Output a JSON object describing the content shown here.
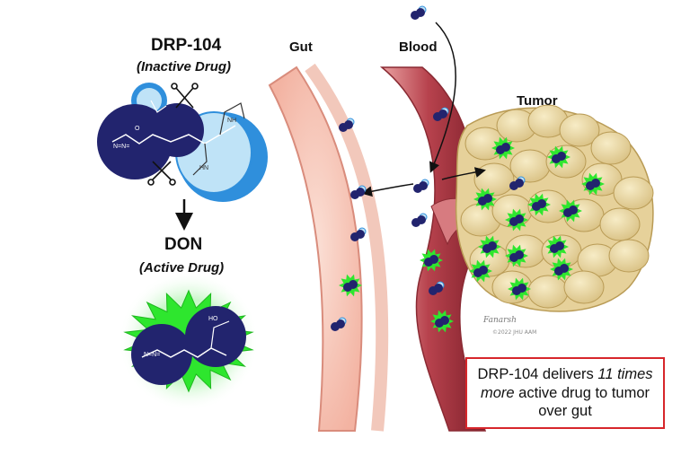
{
  "prodrug": {
    "title": "DRP-104",
    "subtitle": "(Inactive Drug)"
  },
  "active": {
    "title": "DON",
    "subtitle": "(Active Drug)"
  },
  "regions": {
    "gut": "Gut",
    "blood": "Blood",
    "tumor": "Tumor"
  },
  "callout": {
    "prefix": "DRP-104 delivers ",
    "emphasis": "11 times more",
    "suffix": " active drug to tumor over gut"
  },
  "credit": {
    "signature": "Fanarsh",
    "line": "©2022 JHU AAM"
  },
  "molecule_labels": {
    "nh": "NH",
    "hn": "HN",
    "ho": "HO",
    "o": "O",
    "diazo": "N=N="
  },
  "colors": {
    "navy": "#22246e",
    "light_blue": "#bfe3f7",
    "mid_blue": "#2f8fdc",
    "active_green": "#2ee62e",
    "gut_pink": "#f6c2b4",
    "blood_red": "#c2515a",
    "tumor_yellow": "#e8d6a0",
    "callout_border": "#d7262b"
  }
}
